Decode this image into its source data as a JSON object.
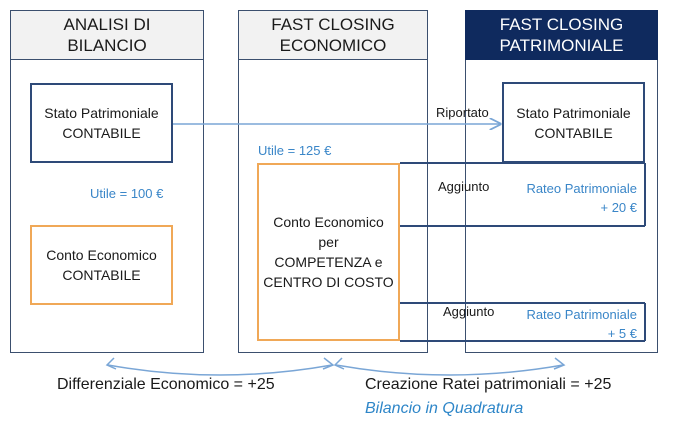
{
  "columns": [
    {
      "header": "ANALISI DI\nBILANCIO"
    },
    {
      "header": "FAST CLOSING\nECONOMICO"
    },
    {
      "header": "FAST CLOSING\nPATRIMONIALE"
    }
  ],
  "col1": {
    "stato_box": "Stato Patrimoniale\nCONTABILE",
    "utile": "Utile = 100 €",
    "conto_box": "Conto Economico\nCONTABILE"
  },
  "col2": {
    "utile": "Utile = 125 €",
    "conto_box": "Conto Economico\nper\nCOMPETENZA e\nCENTRO DI COSTO"
  },
  "col3": {
    "stato_box": "Stato Patrimoniale\nCONTABILE",
    "rateo1": "Rateo Patrimoniale\n+ 20 €",
    "rateo2": "Rateo Patrimoniale\n+ 5 €"
  },
  "labels": {
    "riportato": "Riportato",
    "aggiunto1": "Aggiunto",
    "aggiunto2": "Aggiunto"
  },
  "bottom": {
    "differenziale": "Differenziale Economico =  +25",
    "creazione": "Creazione Ratei patrimoniali = +25",
    "quadratura": "Bilancio in Quadratura"
  },
  "colors": {
    "navy": "#2e4a78",
    "header_dark": "#0f2a5e",
    "orange": "#f0a857",
    "blue_text": "#3a86c8"
  }
}
